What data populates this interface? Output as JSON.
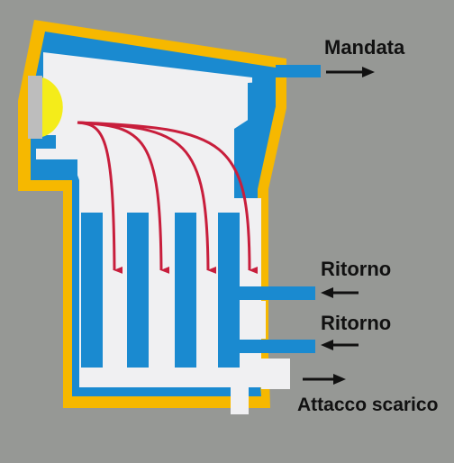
{
  "labels": {
    "mandata": "Mandata",
    "ritorno_upper": "Ritorno",
    "ritorno_lower": "Ritorno",
    "attacco_scarico": "Attacco scarico"
  },
  "colors": {
    "background": "#969895",
    "casing": "#f6b800",
    "water_jacket": "#1a8ad0",
    "chamber": "#f0f0f2",
    "flame": "#f4ec1a",
    "flow_arrows": "#c81e3c",
    "pipe_arrows": "#111111"
  },
  "icons": {
    "burner": "burner-flame-icon",
    "flow_arrow": "down-arrow-icon",
    "pipe_arrow_out": "right-arrow-icon",
    "pipe_arrow_in": "left-arrow-icon"
  }
}
